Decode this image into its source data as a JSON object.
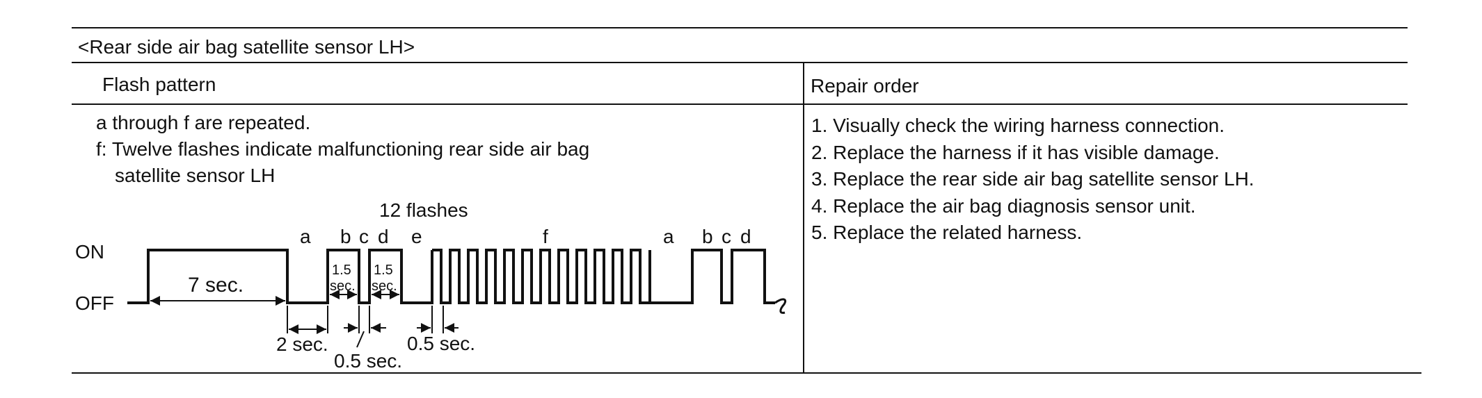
{
  "table": {
    "title": "<Rear side air bag satellite sensor LH>",
    "headers": {
      "flash_pattern": "Flash pattern",
      "repair_order": "Repair order"
    },
    "notes": [
      "a through f are repeated.",
      "f: Twelve flashes indicate malfunctioning rear side air bag",
      "satellite sensor LH"
    ],
    "repair_steps": [
      "1. Visually check the wiring harness connection.",
      "2. Replace the harness if it has visible damage.",
      "3. Replace the rear side air bag satellite sensor LH.",
      "4. Replace the air bag diagnosis sensor unit.",
      "5. Replace the related harness."
    ]
  },
  "diagram": {
    "flash_count_label": "12 flashes",
    "level_on": "ON",
    "level_off": "OFF",
    "segments": [
      "a",
      "b",
      "c",
      "d",
      "e",
      "f",
      "a",
      "b",
      "c",
      "d"
    ],
    "durations": {
      "initial": "7 sec.",
      "a": "2 sec.",
      "b_num": "1.5",
      "b_unit": "sec.",
      "d_num": "1.5",
      "d_unit": "sec.",
      "c": "0.5 sec.",
      "e": "0.5 sec."
    }
  }
}
